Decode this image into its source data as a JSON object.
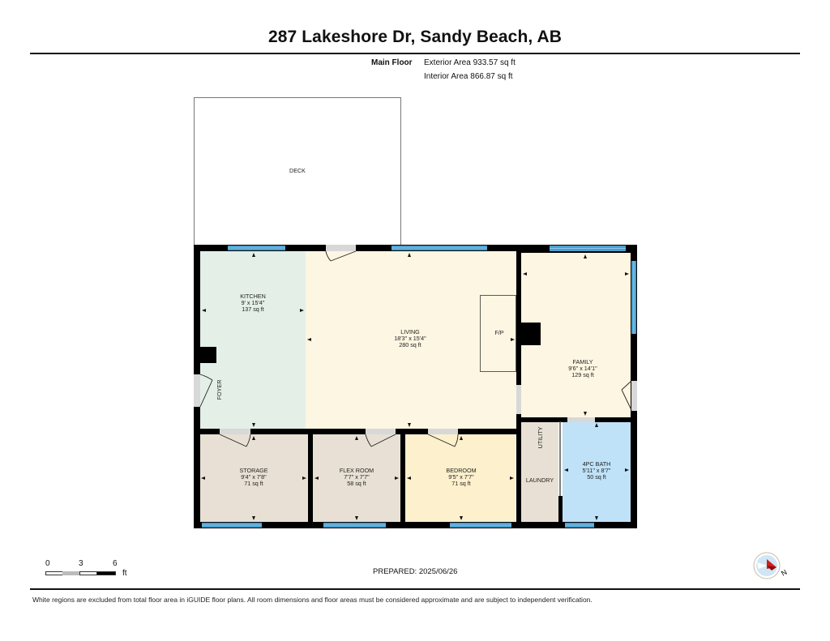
{
  "header": {
    "title": "287 Lakeshore Dr, Sandy Beach, AB",
    "floor_label": "Main Floor",
    "exterior_area": "Exterior Area 933.57 sq ft",
    "interior_area": "Interior Area 866.87 sq ft"
  },
  "rooms": [
    {
      "name": "DECK",
      "dims": "",
      "area": ""
    },
    {
      "name": "KITCHEN",
      "dims": "9' x 15'4\"",
      "area": "137 sq ft"
    },
    {
      "name": "LIVING",
      "dims": "18'3\" x 15'4\"",
      "area": "280 sq ft"
    },
    {
      "name": "FAMILY",
      "dims": "9'6\" x 14'1\"",
      "area": "129 sq ft"
    },
    {
      "name": "STORAGE",
      "dims": "9'4\" x 7'8\"",
      "area": "71 sq ft"
    },
    {
      "name": "FLEX ROOM",
      "dims": "7'7\" x 7'7\"",
      "area": "58 sq ft"
    },
    {
      "name": "BEDROOM",
      "dims": "9'5\" x 7'7\"",
      "area": "71 sq ft"
    },
    {
      "name": "4PC BATH",
      "dims": "5'11\" x 8'7\"",
      "area": "50 sq ft"
    }
  ],
  "labels": {
    "foyer": "FOYER",
    "fireplace": "F/P",
    "utility": "UTILITY",
    "laundry": "LAUNDRY"
  },
  "colors": {
    "kitchen": "#e4efe8",
    "living": "#fdf6e2",
    "family": "#fdf6e2",
    "storage": "#e8e0d4",
    "flex": "#e8e0d4",
    "bedroom": "#fdf0cc",
    "utility": "#e8e0d4",
    "bath": "#bfe2f8",
    "wall": "#000000",
    "window": "#4a9fd0",
    "door": "#d8d8d8"
  },
  "footer": {
    "prepared": "PREPARED: 2025/06/26",
    "scale_ticks": [
      "0",
      "3",
      "6"
    ],
    "scale_unit": "ft",
    "disclaimer": "White regions are excluded from total floor area in iGUIDE floor plans. All room dimensions and floor areas must be considered approximate and are subject to independent verification.",
    "compass_label": "N"
  }
}
